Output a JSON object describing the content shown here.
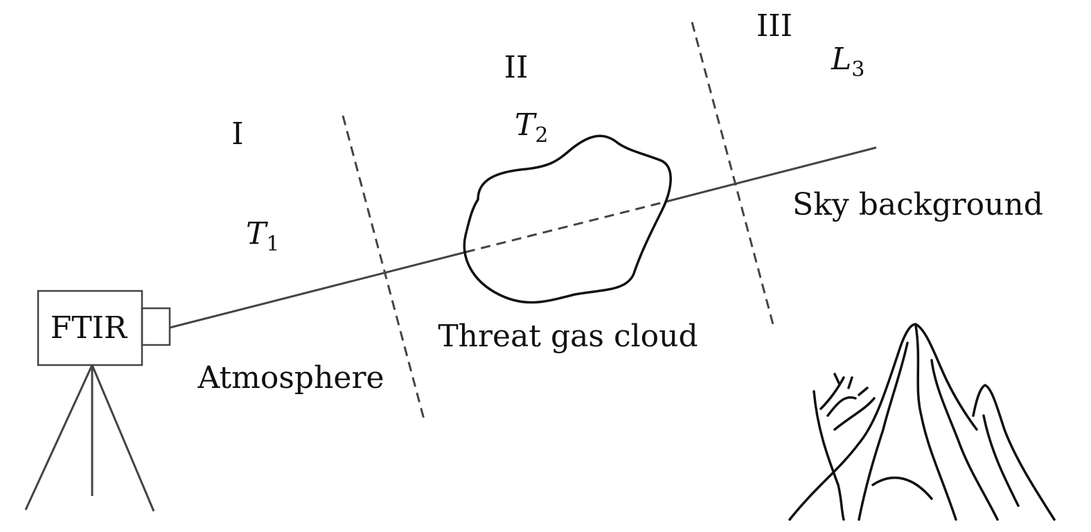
{
  "instrument": {
    "label": "FTIR"
  },
  "regions": [
    {
      "numeral": "I",
      "symbol": "T",
      "subscript": "1",
      "name": "Atmosphere"
    },
    {
      "numeral": "II",
      "symbol": "T",
      "subscript": "2",
      "name": "Threat gas cloud"
    },
    {
      "numeral": "III",
      "symbol": "L",
      "subscript": "3",
      "name": "Sky background"
    }
  ]
}
